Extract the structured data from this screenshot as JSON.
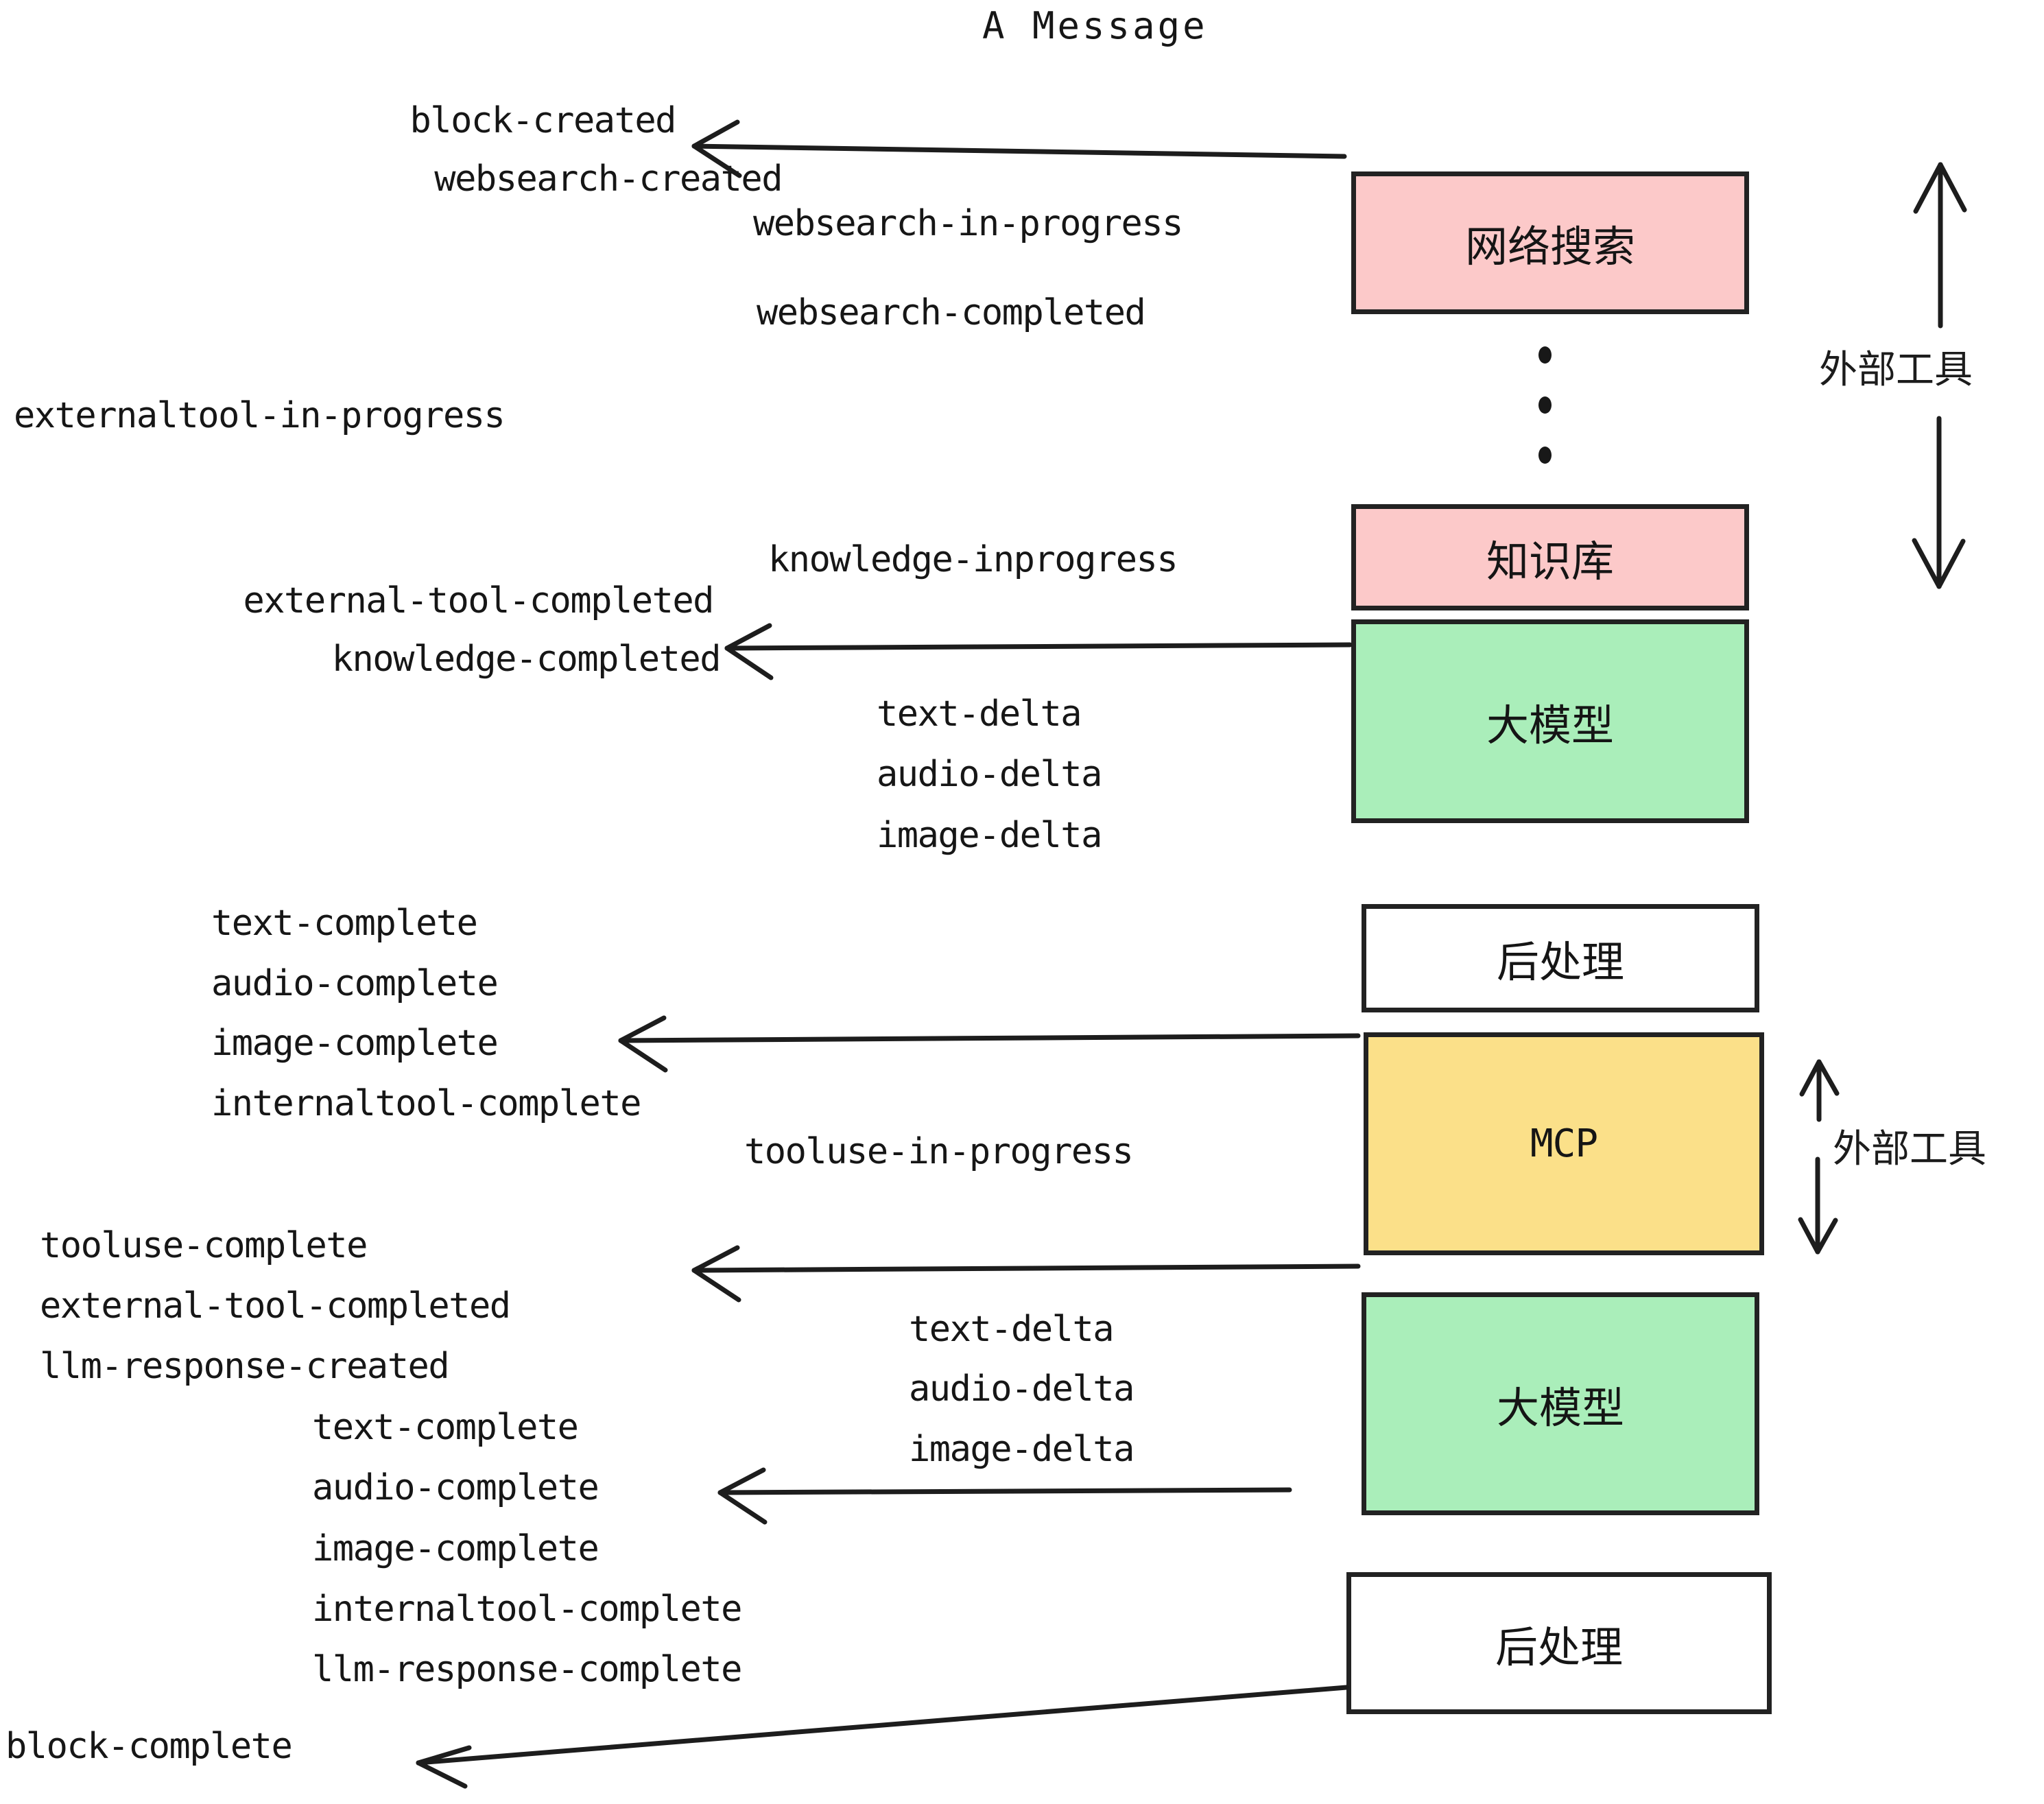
{
  "title": "A Message",
  "boxes": [
    {
      "id": "websearch",
      "label": "网络搜索",
      "color": "#fcc9c9",
      "kind": "cjk"
    },
    {
      "id": "knowledge",
      "label": "知识库",
      "color": "#fcc9c9",
      "kind": "cjk"
    },
    {
      "id": "llm-1",
      "label": "大模型",
      "color": "#aaeeba",
      "kind": "cjk"
    },
    {
      "id": "postprocess-1",
      "label": "后处理",
      "color": "#ffffff",
      "kind": "cjk"
    },
    {
      "id": "mcp",
      "label": "MCP",
      "color": "#fbe089",
      "kind": "mono"
    },
    {
      "id": "llm-2",
      "label": "大模型",
      "color": "#aaeeba",
      "kind": "cjk"
    },
    {
      "id": "postprocess-2",
      "label": "后处理",
      "color": "#ffffff",
      "kind": "cjk"
    }
  ],
  "brackets": [
    {
      "id": "external-tools-top",
      "label": "外部工具"
    },
    {
      "id": "external-tools-bottom",
      "label": "外部工具"
    }
  ],
  "events": {
    "block_created": "block-created",
    "websearch_created": "websearch-created",
    "websearch_in_progress": "websearch-in-progress",
    "websearch_completed": "websearch-completed",
    "externaltool_in_progress": "externaltool-in-progress",
    "knowledge_inprogress": "knowledge-inprogress",
    "external_tool_completed": "external-tool-completed",
    "knowledge_completed": "knowledge-completed",
    "text_delta_1": "text-delta",
    "audio_delta_1": "audio-delta",
    "image_delta_1": "image-delta",
    "text_complete_1": "text-complete",
    "audio_complete_1": "audio-complete",
    "image_complete_1": "image-complete",
    "internaltool_complete_1": "internaltool-complete",
    "tooluse_in_progress": "tooluse-in-progress",
    "tooluse_complete": "tooluse-complete",
    "external_tool_completed_2": "external-tool-completed",
    "llm_response_created": "llm-response-created",
    "text_delta_2": "text-delta",
    "audio_delta_2": "audio-delta",
    "image_delta_2": "image-delta",
    "text_complete_2": "text-complete",
    "audio_complete_2": "audio-complete",
    "image_complete_2": "image-complete",
    "internaltool_complete_2": "internaltool-complete",
    "llm_response_complete": "llm-response-complete",
    "block_complete": "block-complete"
  },
  "colors": {
    "pink": "#fcc9c9",
    "green": "#aaeeba",
    "yellow": "#fbe089",
    "white": "#ffffff",
    "stroke": "#222222",
    "text": "#161616"
  }
}
